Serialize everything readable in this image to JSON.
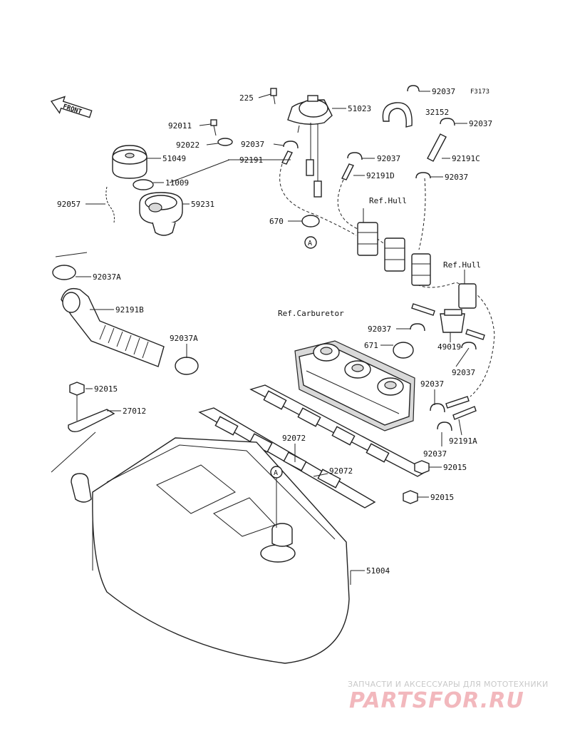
{
  "diagram_code": "F3173",
  "front_arrow": "FRONT",
  "references": {
    "hull_1": "Ref.Hull",
    "hull_2": "Ref.Hull",
    "carburetor": "Ref.Carburetor"
  },
  "connectors": {
    "top": "A",
    "bottom": "A"
  },
  "part_numbers": {
    "p225": "225",
    "p51023": "51023",
    "p92037_top": "92037",
    "p32152": "32152",
    "p92037_b": "92037",
    "p92011": "92011",
    "p92022": "92022",
    "p92037_c": "92037",
    "p92037_d": "92037",
    "p51049": "51049",
    "p92191": "92191",
    "p92191c": "92191C",
    "p11009": "11009",
    "p92191d": "92191D",
    "p92037_e": "92037",
    "p92057": "92057",
    "p59231": "59231",
    "p670": "670",
    "p92037a_1": "92037A",
    "p92191b": "92191B",
    "p92037_f": "92037",
    "p671": "671",
    "p49019": "49019",
    "p92037a_2": "92037A",
    "p92037_g": "92037",
    "p92015_a": "92015",
    "p92037_h": "92037",
    "p27012": "27012",
    "p92191a": "92191A",
    "p92037_i": "92037",
    "p92072_a": "92072",
    "p92072_b": "92072",
    "p92015_b": "92015",
    "p92015_c": "92015",
    "p51004": "51004"
  },
  "watermark": {
    "tagline": "ЗАПЧАСТИ И АКСЕССУАРЫ ДЛЯ МОТОТЕХНИКИ",
    "brand": "PARTSFOR.RU"
  }
}
